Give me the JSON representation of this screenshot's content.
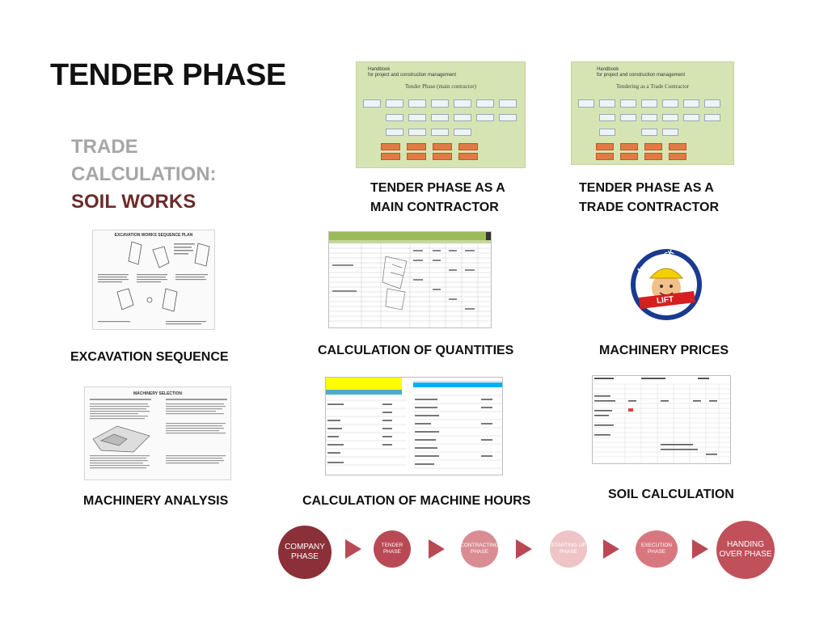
{
  "slide": {
    "title": "TENDER PHASE",
    "subtitle_line1": "TRADE",
    "subtitle_line2": "CALCULATION:",
    "subtitle_line3": "SOIL WORKS"
  },
  "thumbnails": {
    "main_contractor": {
      "caption_line1": "TENDER PHASE AS A",
      "caption_line2": "MAIN CONTRACTOR",
      "header_line1": "Handbook",
      "header_line2": "for project and construction management",
      "doc_title": "Tender Phase (main contractor)"
    },
    "trade_contractor": {
      "caption_line1": "TENDER PHASE AS A",
      "caption_line2": "TRADE CONTRACTOR",
      "header_line1": "Handbook",
      "header_line2": "for project and construction management",
      "doc_title": "Tendering as a Trade Contractor"
    },
    "excavation": {
      "caption": "EXCAVATION SEQUENCE",
      "doc_title": "EXCAVATION WORKS SEQUENCE PLAN"
    },
    "quantities": {
      "caption": "CALCULATION OF QUANTITIES"
    },
    "machinery_prices": {
      "caption": "MACHINERY PRICES",
      "logo_line1": "NORDJYSK",
      "logo_line2": "LIFT"
    },
    "machinery_analysis": {
      "caption": "MACHINERY ANALYSIS",
      "doc_title": "MACHINERY SELECTION"
    },
    "machine_hours": {
      "caption": "CALCULATION OF MACHINE HOURS"
    },
    "soil_calculation": {
      "caption": "SOIL CALCULATION"
    }
  },
  "phases": [
    {
      "line1": "COMPANY",
      "line2": "PHASE",
      "color": "#8b2f38"
    },
    {
      "line1": "TENDER PHASE",
      "line2": "",
      "color": "#b94a55"
    },
    {
      "line1": "CONTRACTING",
      "line2": "PHASE",
      "color": "#d98d93"
    },
    {
      "line1": "STARTING UP",
      "line2": "PHASE",
      "color": "#eec4c7"
    },
    {
      "line1": "EXECUTION PHASE",
      "line2": "",
      "color": "#d9777f"
    },
    {
      "line1": "HANDING",
      "line2": "OVER PHASE",
      "color": "#c0505a"
    }
  ],
  "colors": {
    "arrow": "#b94a55",
    "accent": "#6b2c2c",
    "muted": "#a6a6a6"
  }
}
